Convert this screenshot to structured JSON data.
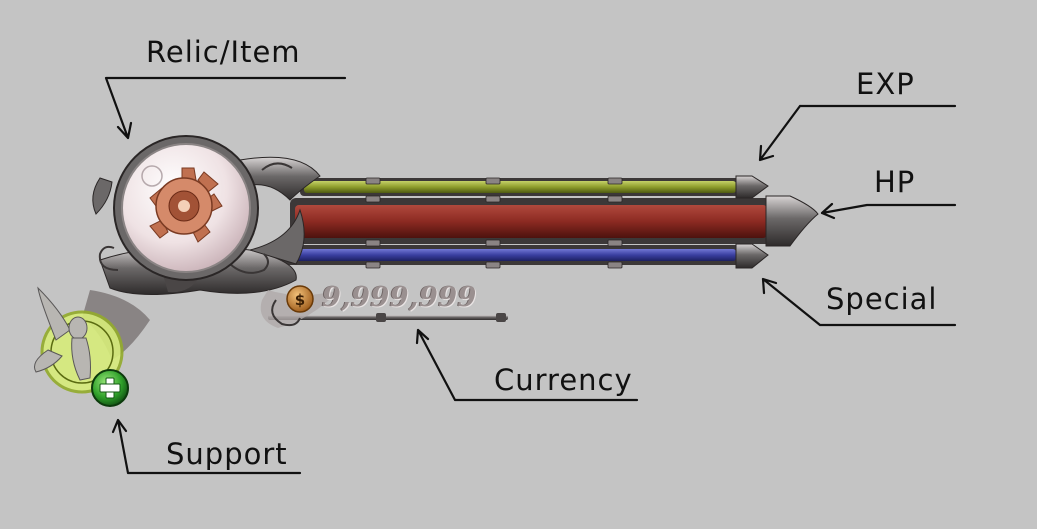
{
  "callouts": {
    "relic": "Relic/Item",
    "exp": "EXP",
    "hp": "HP",
    "special": "Special",
    "currency": "Currency",
    "support": "Support"
  },
  "hud": {
    "currency_value": "9,999,999",
    "exp_bar_color": "#8e9d2c",
    "hp_bar_color": "#8c2a22",
    "special_bar_color": "#3a3fa0",
    "support_badge_color": "#2fa02a",
    "relic_icon": "gear-cog-icon",
    "currency_icon": "coin-icon",
    "support_icon": "plus-icon",
    "support_character_icon": "fairy-icon"
  },
  "colors": {
    "background": "#c4c4c4",
    "metal": "#5d5a5a",
    "ink": "#111111"
  }
}
